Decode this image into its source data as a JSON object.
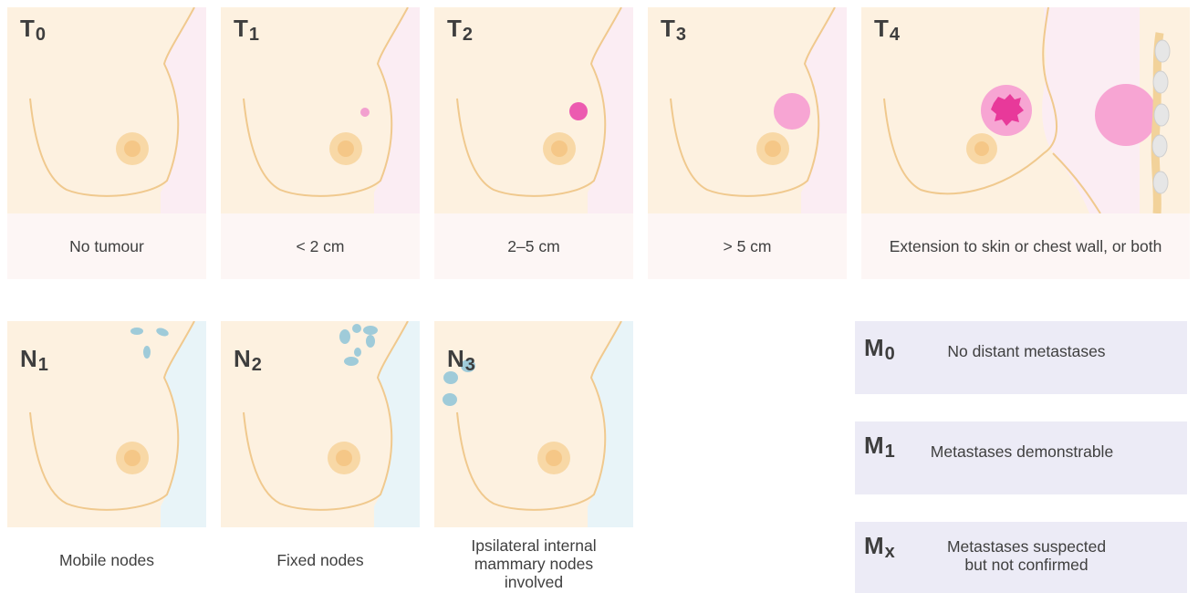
{
  "t_stages": [
    {
      "letter": "T",
      "sub": "0",
      "label": "No tumour"
    },
    {
      "letter": "T",
      "sub": "1",
      "label": "< 2 cm"
    },
    {
      "letter": "T",
      "sub": "2",
      "label": "2–5 cm"
    },
    {
      "letter": "T",
      "sub": "3",
      "label": "> 5 cm"
    },
    {
      "letter": "T",
      "sub": "4",
      "label": "Extension to skin or chest wall, or both"
    }
  ],
  "n_stages": [
    {
      "letter": "N",
      "sub": "1",
      "label": "Mobile nodes"
    },
    {
      "letter": "N",
      "sub": "2",
      "label": "Fixed nodes"
    },
    {
      "letter": "N",
      "sub": "3",
      "label_lines": [
        "Ipsilateral internal",
        "mammary nodes",
        "involved"
      ]
    }
  ],
  "m_stages": [
    {
      "letter": "M",
      "sub": "0",
      "label_lines": [
        "No distant metastases"
      ]
    },
    {
      "letter": "M",
      "sub": "1",
      "label_lines": [
        "Metastases demonstrable"
      ]
    },
    {
      "letter": "M",
      "sub": "x",
      "label_lines": [
        "Metastases suspected",
        "but not confirmed"
      ]
    }
  ],
  "colors": {
    "skin": "#fdf1e0",
    "outline": "#f0c98e",
    "areola": "#f8d8a6",
    "nipple": "#f4c07a",
    "t_background": "#fbedf3",
    "n_background": "#e8f4f8",
    "tumour_small": "#ef6fb5",
    "tumour_large": "#f7a5d3",
    "tumour_core": "#e8399a",
    "lymph_node": "#9fcbd9",
    "m_box": "#ecebf6",
    "caption_box": "#fdf6f5",
    "text": "#3f3f3f"
  }
}
